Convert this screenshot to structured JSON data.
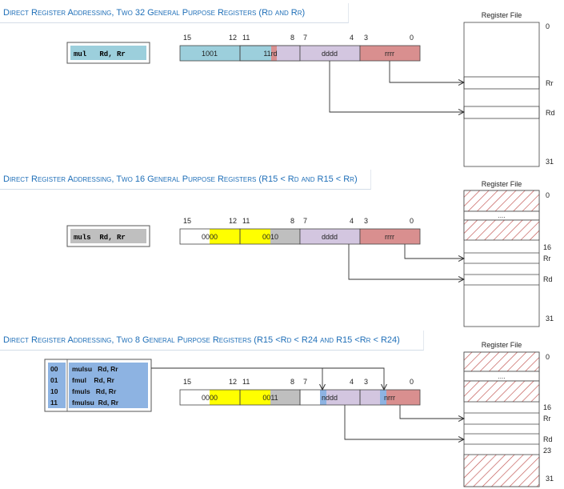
{
  "colors": {
    "blue": "#9ccfdc",
    "lilac": "#d3c6e0",
    "salmon": "#d98f8f",
    "yellow": "#ffff00",
    "gray": "#bfbfbf",
    "steel": "#8db3e2",
    "header_text": "#1f6fb8",
    "hatch": "#c0504d"
  },
  "bit_numbers": [
    "15",
    "12",
    "11",
    "8",
    "7",
    "4",
    "3",
    "0"
  ],
  "sections": [
    {
      "title": "Direct Register Addressing, Two 32 General Purpose Registers (Rd and Rr)",
      "instruction": "mul   Rd, Rr",
      "fields": [
        {
          "text": "1001"
        },
        {
          "text": "11rd"
        },
        {
          "text": "dddd"
        },
        {
          "text": "rrrr"
        }
      ],
      "register_file": {
        "title": "Register File",
        "top": "0",
        "bottom": "31",
        "labels": [
          "Rr",
          "Rd"
        ]
      }
    },
    {
      "title": "Direct Register Addressing, Two 16 General Purpose Registers (R15 < Rd and R15 < Rr)",
      "instruction": "muls  Rd, Rr",
      "fields": [
        {
          "text": "0000"
        },
        {
          "text": "0010"
        },
        {
          "text": "dddd"
        },
        {
          "text": "rrrr"
        }
      ],
      "register_file": {
        "title": "Register File",
        "top": "0",
        "dots": "....",
        "boundary": "16",
        "bottom": "31",
        "labels": [
          "Rr",
          "Rd"
        ]
      }
    },
    {
      "title": "Direct Register Addressing, Two 8 General Purpose Registers (R15 <Rd < R24 and R15 <Rr < R24)",
      "instructions": [
        {
          "code": "00",
          "text": "mulsu   Rd, Rr"
        },
        {
          "code": "01",
          "text": "fmul    Rd, Rr"
        },
        {
          "code": "10",
          "text": "fmuls   Rd, Rr"
        },
        {
          "code": "11",
          "text": "fmulsu  Rd, Rr"
        }
      ],
      "fields": [
        {
          "text": "0000"
        },
        {
          "text": "0011"
        },
        {
          "text": "nddd"
        },
        {
          "text": "nrrr"
        }
      ],
      "register_file": {
        "title": "Register File",
        "top": "0",
        "dots": "....",
        "boundary": "16",
        "upper": "23",
        "bottom": "31",
        "labels": [
          "Rr",
          "Rd"
        ]
      }
    }
  ]
}
